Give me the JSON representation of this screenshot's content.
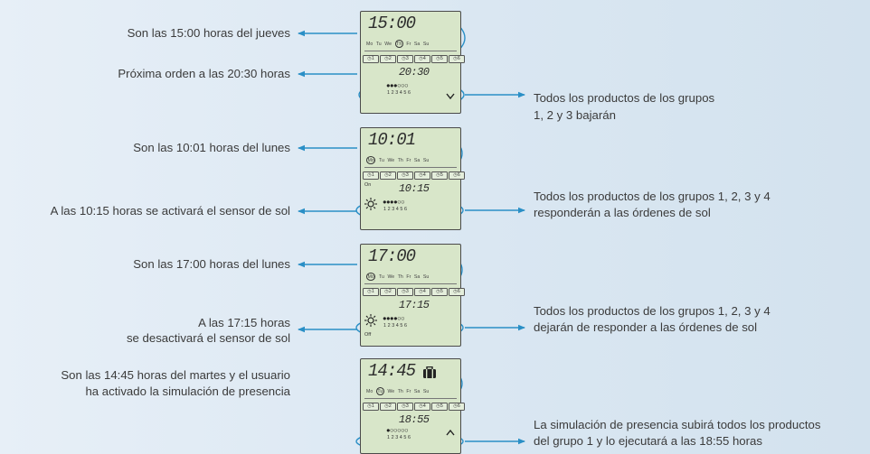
{
  "callouts_left": [
    "Son las 15:00 horas del jueves",
    "Próxima orden a las 20:30 horas",
    "Son las 10:01 horas del lunes",
    "A las 10:15 horas se activará el sensor de sol",
    "Son las 17:00 horas del lunes",
    "A las 17:15 horas",
    "se desactivará el sensor de sol",
    "Son las 14:45 horas del martes y el usuario",
    "ha activado la simulación de presencia"
  ],
  "callouts_right": [
    "Todos los productos de los grupos",
    "1, 2 y 3 bajarán",
    "Todos los productos de los grupos 1, 2, 3 y 4",
    "responderán a las órdenes de sol",
    "Todos los productos de los grupos 1, 2, 3 y 4",
    "dejarán de responder a las órdenes de sol",
    "La simulación de presencia subirá todos los productos",
    "del grupo 1 y lo ejecutará a las 18:55 horas"
  ],
  "day_labels": [
    "Mo",
    "Tu",
    "We",
    "Th",
    "Fr",
    "Sa",
    "Su"
  ],
  "program_tabs": [
    "1",
    "2",
    "3",
    "4",
    "5",
    "6"
  ],
  "group_numbers": "123456",
  "icons": {
    "program_tab_icon": "clock-icon",
    "sun": "sun-icon",
    "suitcase": "suitcase-icon",
    "arrow_down": "chevron-down-icon",
    "arrow_up": "chevron-up-icon"
  },
  "colors": {
    "accent": "#2a8fc6",
    "lcd_bg": "#d8e6c9",
    "text": "#3b3b3b"
  },
  "displays": [
    {
      "id": "display-1",
      "clock": "15:00",
      "selected_day": "Th",
      "program_time": "20:30",
      "dots": "●●●○○○",
      "sun": false,
      "sensor_label": "",
      "arrow": "down",
      "suitcase": false
    },
    {
      "id": "display-2",
      "clock": "10:01",
      "selected_day": "Mo",
      "program_time": "10:15",
      "dots": "●●●●○○",
      "sun": true,
      "sensor_label": "On",
      "arrow": "",
      "suitcase": false
    },
    {
      "id": "display-3",
      "clock": "17:00",
      "selected_day": "Mo",
      "program_time": "17:15",
      "dots": "●●●●○○",
      "sun": true,
      "sensor_label": "Off",
      "arrow": "",
      "suitcase": false
    },
    {
      "id": "display-4",
      "clock": "14:45",
      "selected_day": "Tu",
      "program_time": "18:55",
      "dots": "●○○○○○",
      "sun": false,
      "sensor_label": "",
      "arrow": "up",
      "suitcase": true
    }
  ]
}
